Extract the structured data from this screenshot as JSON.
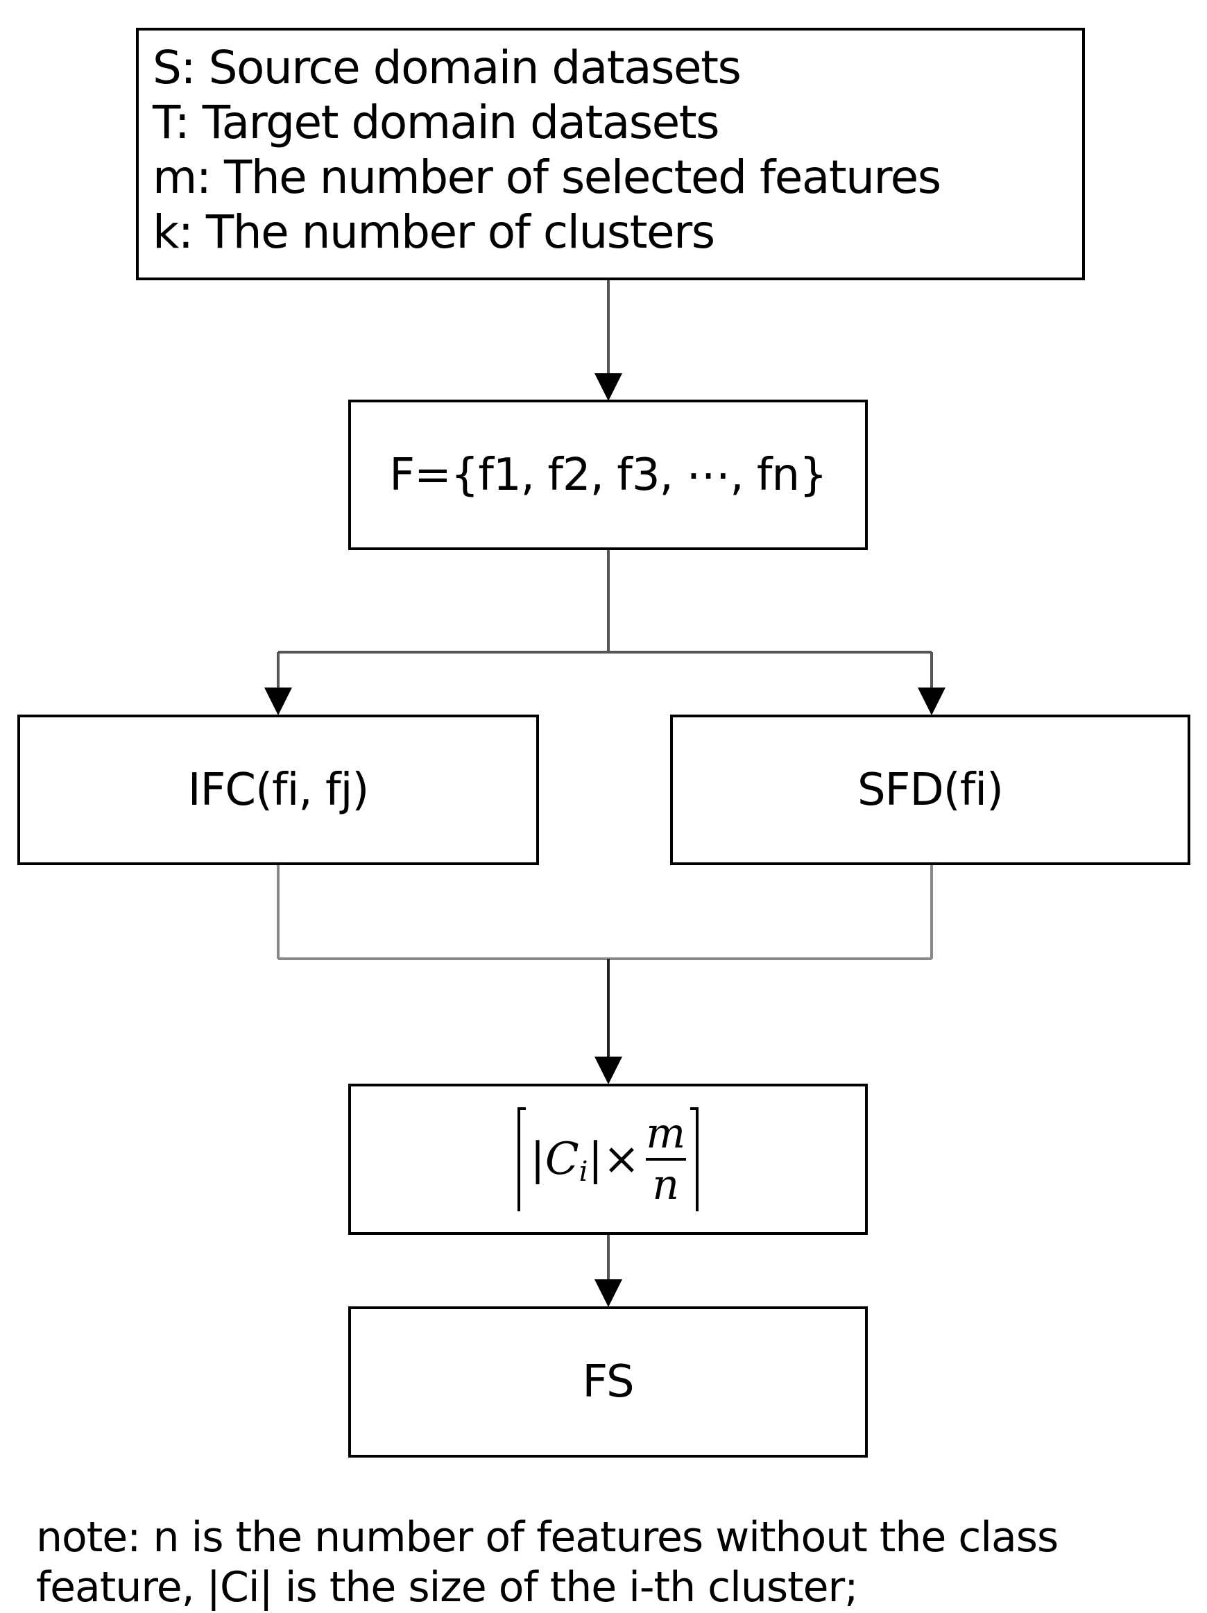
{
  "inputs": {
    "lines": [
      "S: Source domain datasets",
      "T: Target domain datasets",
      "m: The number of selected features",
      "k: The number of clusters"
    ]
  },
  "features_set": "F={f1, f2, f3, ⋯, fn}",
  "ifc": "IFC(fi, fj)",
  "sfd": "SFD(fi)",
  "formula": {
    "ci": "|C",
    "sub": "i",
    "times": "|×",
    "num": "m",
    "den": "n"
  },
  "output": "FS",
  "note": {
    "line1": "note: n is the number of features without the class",
    "line2": "feature, |Ci| is the size of the i-th cluster;"
  }
}
